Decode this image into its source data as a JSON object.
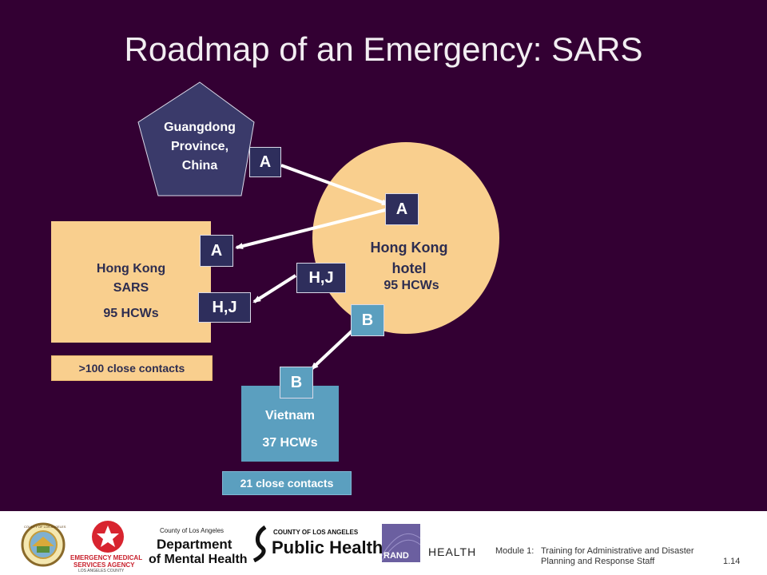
{
  "slide": {
    "title": "Roadmap of an Emergency: SARS"
  },
  "nodes": {
    "guangdong": {
      "lines": [
        "Guangdong",
        "Province,",
        "China"
      ]
    },
    "hk_hotel": {
      "lines": [
        "Hong Kong",
        "hotel"
      ],
      "count": "95 HCWs"
    },
    "hk_sars": {
      "lines": [
        "Hong Kong",
        "SARS"
      ],
      "count": "95 HCWs",
      "contacts": ">100 close contacts"
    },
    "vietnam": {
      "label": "Vietnam",
      "count": "37 HCWs",
      "contacts": "21 close contacts"
    }
  },
  "tags": {
    "guangdong_a": "A",
    "hotel_a": "A",
    "hksars_a": "A",
    "hotel_hj": "H,J",
    "hksars_hj": "H,J",
    "hotel_b": "B",
    "vietnam_b": "B"
  },
  "colors": {
    "background": "#330033",
    "pentagon": "#3a3a6a",
    "peach": "#f9cf8e",
    "teal": "#5b9fbf",
    "navy_tag": "#2e2e5c",
    "arrow": "#ffffff"
  },
  "footer": {
    "logos": {
      "county_seal": "COUNTY OF LOS ANGELES",
      "ems_top": "EMERGENCY MEDICAL",
      "ems_mid": "SERVICES AGENCY",
      "ems_bottom": "LOS ANGELES COUNTY",
      "dmh_small": "County of Los Angeles",
      "dmh_big1": "Department",
      "dmh_big2": "of Mental Health",
      "ph_small": "COUNTY OF LOS ANGELES",
      "ph_big": "Public Health",
      "rand": "RAND",
      "health": "HEALTH"
    },
    "module_label": "Module 1:",
    "module_line1": "Training for Administrative and Disaster",
    "module_line2": "Planning and Response Staff",
    "page_number": "1.14"
  }
}
